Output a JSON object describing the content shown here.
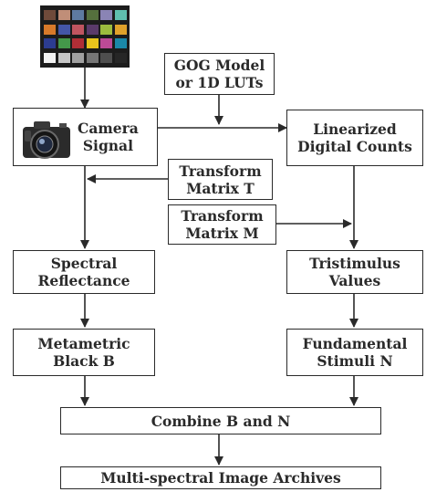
{
  "nodes": {
    "camera_signal": "Camera\nSignal",
    "gog_model": "GOG Model\nor 1D LUTs",
    "linearized": "Linearized\nDigital Counts",
    "transform_t": "Transform\nMatrix T",
    "transform_m": "Transform\nMatrix M",
    "spectral_reflectance": "Spectral\nReflectance",
    "tristimulus": "Tristimulus\nValues",
    "metametric_black": "Metametric\nBlack B",
    "fundamental_stimuli": "Fundamental\nStimuli N",
    "combine": "Combine B and N",
    "archives": "Multi-spectral Image Archives"
  },
  "color_checker": {
    "rows": [
      [
        "#6f4a3a",
        "#c08e78",
        "#5e7aa0",
        "#55703d",
        "#8a84b5",
        "#5fbfae"
      ],
      [
        "#d87a2a",
        "#4456a8",
        "#c05560",
        "#5a3a6a",
        "#9cbc3e",
        "#e0a22a"
      ],
      [
        "#2c3c90",
        "#44984a",
        "#b02e36",
        "#e8c41c",
        "#bc4a96",
        "#1b88a8"
      ],
      [
        "#f2f2f2",
        "#c6c6c6",
        "#a0a0a0",
        "#767676",
        "#4e4e4e",
        "#262626"
      ]
    ]
  }
}
